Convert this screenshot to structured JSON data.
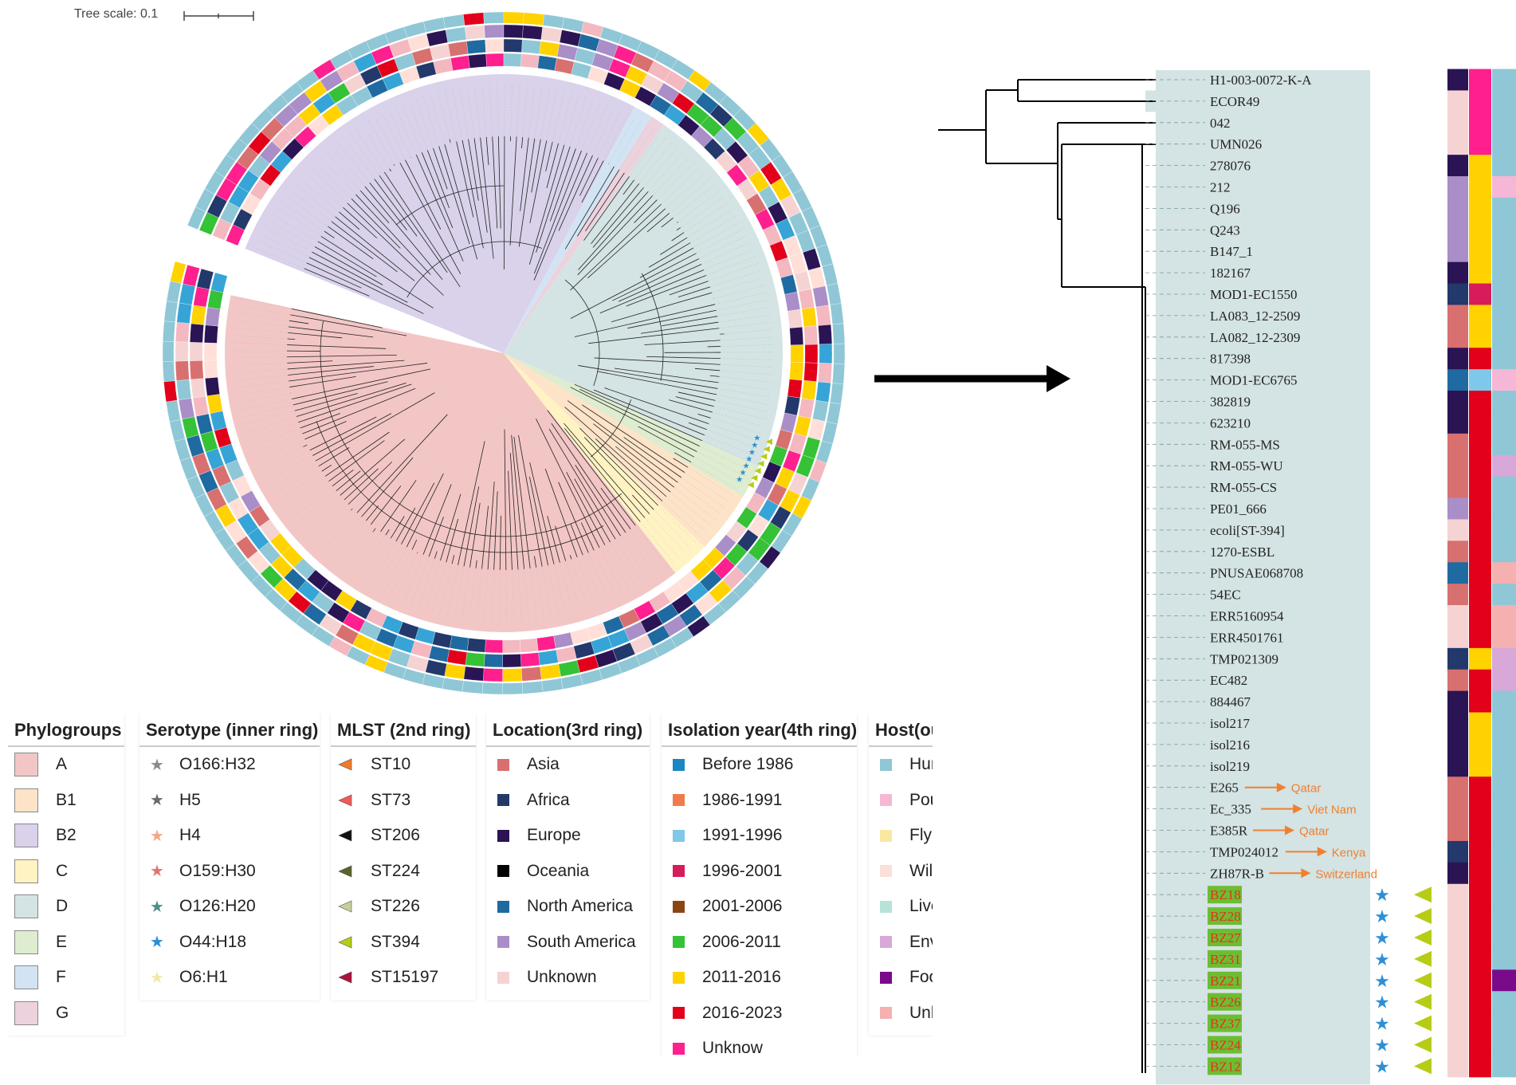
{
  "tree_scale": {
    "label": "Tree scale: 0.1"
  },
  "phylogroups": [
    {
      "name": "A",
      "color": "#f3c6c6"
    },
    {
      "name": "B1",
      "color": "#fde3c8"
    },
    {
      "name": "B2",
      "color": "#d9d2ea"
    },
    {
      "name": "C",
      "color": "#fff3c4"
    },
    {
      "name": "D",
      "color": "#d4e3e3"
    },
    {
      "name": "E",
      "color": "#deecd0"
    },
    {
      "name": "F",
      "color": "#d2e4f3"
    },
    {
      "name": "G",
      "color": "#ecd2dc"
    }
  ],
  "ring_palette": [
    "#8fc7d6",
    "#f4b8c0",
    "#e2001a",
    "#2a1454",
    "#ffd200",
    "#ff1f8e",
    "#36a4d6",
    "#ffdfd7",
    "#a98ec8",
    "#35c236",
    "#1f6aa0",
    "#d87070",
    "#23386b",
    "#f6d3d3"
  ],
  "legend": {
    "columns": [
      {
        "title": "Phylogroups",
        "type": "box",
        "items": [
          {
            "label": "A",
            "color": "#f3c6c6"
          },
          {
            "label": "B1",
            "color": "#fde3c8"
          },
          {
            "label": "B2",
            "color": "#d9d2ea"
          },
          {
            "label": "C",
            "color": "#fff3c4"
          },
          {
            "label": "D",
            "color": "#d4e3e3"
          },
          {
            "label": "E",
            "color": "#deecd0"
          },
          {
            "label": "F",
            "color": "#d2e4f3"
          },
          {
            "label": "G",
            "color": "#ecd2dc"
          }
        ]
      },
      {
        "title": "Serotype (inner ring)",
        "type": "star",
        "items": [
          {
            "label": "O166:H32",
            "color": "#8a8a8a"
          },
          {
            "label": "H5",
            "color": "#6b6b6b"
          },
          {
            "label": "H4",
            "color": "#f2a78b"
          },
          {
            "label": "O159:H30",
            "color": "#e3756e"
          },
          {
            "label": "O126:H20",
            "color": "#4f8f88"
          },
          {
            "label": "O44:H18",
            "color": "#2b8fd6"
          },
          {
            "label": "O6:H1",
            "color": "#f2e7a8"
          }
        ]
      },
      {
        "title": "MLST (2nd ring)",
        "type": "tri",
        "items": [
          {
            "label": "ST10",
            "color": "#f07a2a"
          },
          {
            "label": "ST73",
            "color": "#ef5a5a"
          },
          {
            "label": "ST206",
            "color": "#111111"
          },
          {
            "label": "ST224",
            "color": "#58642c"
          },
          {
            "label": "ST226",
            "color": "#c5cf9c"
          },
          {
            "label": "ST394",
            "color": "#b7cc16"
          },
          {
            "label": "ST15197",
            "color": "#b0103a"
          }
        ]
      },
      {
        "title": "Location(3rd ring)",
        "type": "sq",
        "items": [
          {
            "label": "Asia",
            "color": "#d87070"
          },
          {
            "label": "Africa",
            "color": "#23386b"
          },
          {
            "label": "Europe",
            "color": "#2a1454"
          },
          {
            "label": "Oceania",
            "color": "#000000"
          },
          {
            "label": "North America",
            "color": "#1f6aa0"
          },
          {
            "label": "South America",
            "color": "#a98ec8"
          },
          {
            "label": "Unknown",
            "color": "#f6d3d3"
          }
        ]
      },
      {
        "title": "Isolation year(4th ring)",
        "type": "sq",
        "items": [
          {
            "label": "Before 1986",
            "color": "#1a87c4"
          },
          {
            "label": "1986-1991",
            "color": "#f07b4a"
          },
          {
            "label": "1991-1996",
            "color": "#7ec8ea"
          },
          {
            "label": "1996-2001",
            "color": "#d81b5a"
          },
          {
            "label": "2001-2006",
            "color": "#8b4513"
          },
          {
            "label": "2006-2011",
            "color": "#35c236"
          },
          {
            "label": "2011-2016",
            "color": "#ffd200"
          },
          {
            "label": "2016-2023",
            "color": "#e2001a"
          },
          {
            "label": "Unknow",
            "color": "#ff1f8e"
          }
        ]
      },
      {
        "title": "Host(ou",
        "type": "sq",
        "items": [
          {
            "label": "Hur",
            "color": "#8fc7d6"
          },
          {
            "label": "Pou",
            "color": "#f6b6d6"
          },
          {
            "label": "Fly",
            "color": "#fbe8a0"
          },
          {
            "label": "Wilc",
            "color": "#fae0d8"
          },
          {
            "label": "Live",
            "color": "#b5e3d8"
          },
          {
            "label": "Env",
            "color": "#d8a8d8"
          },
          {
            "label": "Foo",
            "color": "#7a0a8a"
          },
          {
            "label": "Unk",
            "color": "#f5b0b0"
          }
        ]
      }
    ]
  },
  "zoom_tree": {
    "leaves": [
      "H1-003-0072-K-A",
      "ECOR49",
      "042",
      "UMN026",
      "278076",
      "212",
      "Q196",
      "Q243",
      "B147_1",
      "182167",
      "MOD1-EC1550",
      "LA083_12-2509",
      "LA082_12-2309",
      "817398",
      "MOD1-EC6765",
      "382819",
      "623210",
      "RM-055-MS",
      "RM-055-WU",
      "RM-055-CS",
      "PE01_666",
      "ecoli[ST-394]",
      "1270-ESBL",
      "PNUSAE068708",
      "54EC",
      "ERR5160954",
      "ERR4501761",
      "TMP021309",
      "EC482",
      "884467",
      "isol217",
      "isol216",
      "isol219",
      "E265",
      "Ec_335",
      "E385R",
      "TMP024012",
      "ZH87R-B",
      "BZ18",
      "BZ28",
      "BZ27",
      "BZ31",
      "BZ21",
      "BZ26",
      "BZ37",
      "BZ24",
      "BZ12"
    ],
    "annotations": [
      {
        "leaf": "E265",
        "text": "Qatar"
      },
      {
        "leaf": "Ec_335",
        "text": "Viet Nam"
      },
      {
        "leaf": "E385R",
        "text": "Qatar"
      },
      {
        "leaf": "TMP024012",
        "text": "Kenya"
      },
      {
        "leaf": "ZH87R-B",
        "text": "Switzerland"
      }
    ],
    "highlight_color": "#6dbd33",
    "highlight_text_color": "#e0341a",
    "annotation_color": "#f08030",
    "star_color": "#2f8fd6",
    "triangle_color": "#b7cc16",
    "col1": [
      "#2a1454",
      "#f6d3d3",
      "#f6d3d3",
      "#f6d3d3",
      "#2a1454",
      "#a98ec8",
      "#a98ec8",
      "#a98ec8",
      "#a98ec8",
      "#2a1454",
      "#23386b",
      "#d87070",
      "#d87070",
      "#2a1454",
      "#1f6aa0",
      "#2a1454",
      "#2a1454",
      "#d87070",
      "#d87070",
      "#d87070",
      "#a98ec8",
      "#f6d3d3",
      "#d87070",
      "#1f6aa0",
      "#d87070",
      "#f6d3d3",
      "#f6d3d3",
      "#23386b",
      "#d87070",
      "#2a1454",
      "#2a1454",
      "#2a1454",
      "#2a1454",
      "#d87070",
      "#d87070",
      "#d87070",
      "#23386b",
      "#2a1454",
      "#f6d3d3",
      "#f6d3d3",
      "#f6d3d3",
      "#f6d3d3",
      "#f6d3d3",
      "#f6d3d3",
      "#f6d3d3",
      "#f6d3d3",
      "#f6d3d3"
    ],
    "col2": [
      "#ff1f8e",
      "#ff1f8e",
      "#ff1f8e",
      "#ff1f8e",
      "#ffd200",
      "#ffd200",
      "#ffd200",
      "#ffd200",
      "#ffd200",
      "#ffd200",
      "#d81b5a",
      "#ffd200",
      "#ffd200",
      "#e2001a",
      "#7ec8ea",
      "#e2001a",
      "#e2001a",
      "#e2001a",
      "#e2001a",
      "#e2001a",
      "#e2001a",
      "#e2001a",
      "#e2001a",
      "#e2001a",
      "#e2001a",
      "#e2001a",
      "#e2001a",
      "#ffd200",
      "#e2001a",
      "#e2001a",
      "#ffd200",
      "#ffd200",
      "#ffd200",
      "#e2001a",
      "#e2001a",
      "#e2001a",
      "#e2001a",
      "#e2001a",
      "#e2001a",
      "#e2001a",
      "#e2001a",
      "#e2001a",
      "#e2001a",
      "#e2001a",
      "#e2001a",
      "#e2001a",
      "#e2001a"
    ],
    "col3": [
      "#8fc7d6",
      "#8fc7d6",
      "#8fc7d6",
      "#8fc7d6",
      "#8fc7d6",
      "#f6b6d6",
      "#8fc7d6",
      "#8fc7d6",
      "#8fc7d6",
      "#8fc7d6",
      "#8fc7d6",
      "#8fc7d6",
      "#8fc7d6",
      "#8fc7d6",
      "#f6b6d6",
      "#8fc7d6",
      "#8fc7d6",
      "#8fc7d6",
      "#d8a8d8",
      "#8fc7d6",
      "#8fc7d6",
      "#8fc7d6",
      "#8fc7d6",
      "#f5b0b0",
      "#8fc7d6",
      "#f5b0b0",
      "#f5b0b0",
      "#d8a8d8",
      "#d8a8d8",
      "#8fc7d6",
      "#8fc7d6",
      "#8fc7d6",
      "#8fc7d6",
      "#8fc7d6",
      "#8fc7d6",
      "#8fc7d6",
      "#8fc7d6",
      "#8fc7d6",
      "#8fc7d6",
      "#8fc7d6",
      "#8fc7d6",
      "#8fc7d6",
      "#7a0a8a",
      "#8fc7d6",
      "#8fc7d6",
      "#8fc7d6",
      "#8fc7d6"
    ]
  }
}
